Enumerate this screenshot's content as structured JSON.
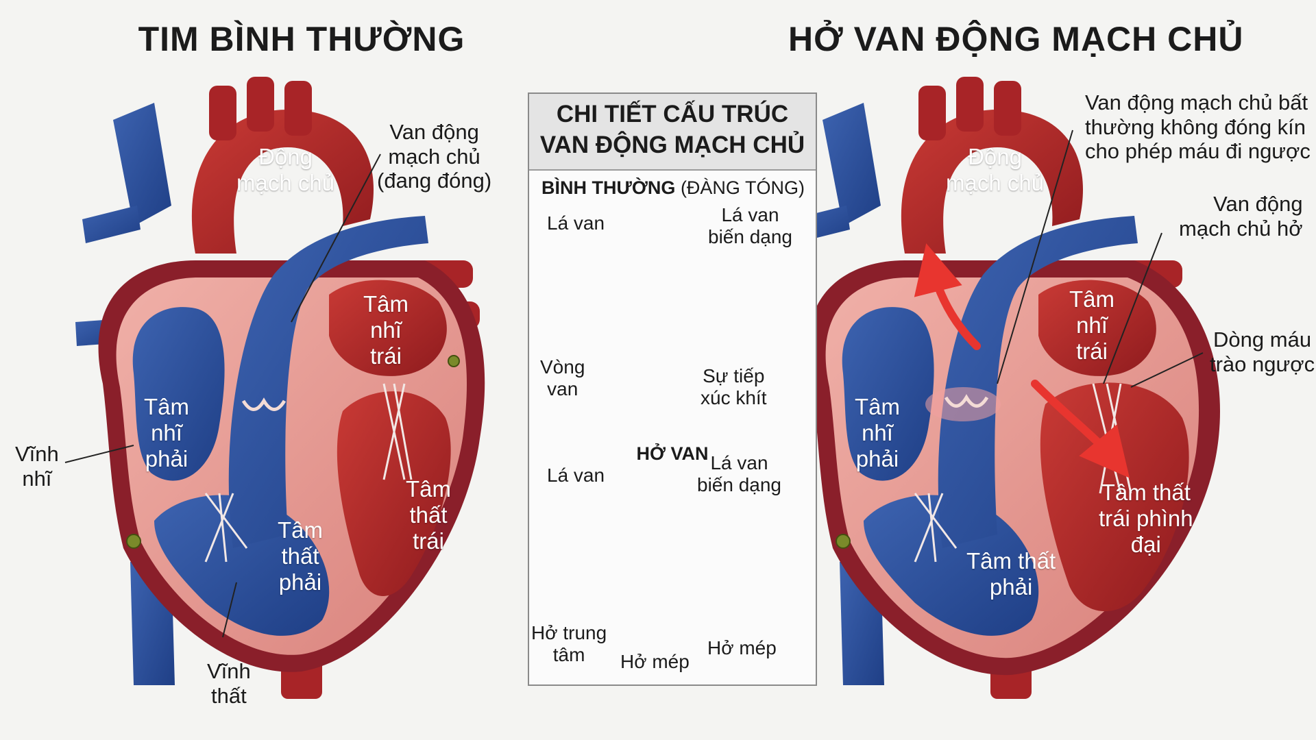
{
  "titles": {
    "left": "TIM BÌNH THƯỜNG",
    "right": "HỞ VAN ĐỘNG MẠCH CHỦ"
  },
  "left_heart": {
    "aorta": [
      "Động",
      "mạch chủ"
    ],
    "valve": [
      "Van động",
      "mạch chủ",
      "(đang đóng)"
    ],
    "left_atrium": [
      "Tâm",
      "nhĩ",
      "trái"
    ],
    "right_atrium": [
      "Tâm",
      "nhĩ",
      "phải"
    ],
    "atrial_septum": [
      "Vĩnh",
      "nhĩ"
    ],
    "right_ventricle": [
      "Tâm",
      "thất",
      "phải"
    ],
    "left_ventricle": [
      "Tâm",
      "thất",
      "trái"
    ],
    "ventricular_septum": [
      "Vĩnh",
      "thất"
    ]
  },
  "panel": {
    "title": [
      "CHI TIẾT CẤU TRÚC",
      "VAN ĐỘNG MẠCH CHỦ"
    ],
    "normal_heading_bold": "BÌNH THƯỜNG",
    "normal_heading_thin": "(ĐÀNG TÓNG)",
    "normal": {
      "leaflet": "Lá van",
      "deformed": [
        "Lá van",
        "biến dạng"
      ],
      "annulus": [
        "Vòng",
        "van"
      ],
      "coaptation": [
        "Sự tiếp",
        "xúc khít"
      ]
    },
    "regurg_heading": "HỞ VAN",
    "regurg": {
      "leaflet": "Lá van",
      "deformed": [
        "Lá van",
        "biến dạng"
      ],
      "central_gap": [
        "Hở trung",
        "tâm"
      ],
      "commissure_1": "Hở mép",
      "commissure_2": "Hở mép"
    }
  },
  "right_heart": {
    "aorta": [
      "Động",
      "mạch chủ"
    ],
    "abnormal_valve": [
      "Van động mạch chủ bất",
      "thường không đóng kín",
      "cho phép máu đi ngược"
    ],
    "leaky_valve": [
      "Van động",
      "mạch chủ hở"
    ],
    "left_atrium": [
      "Tâm",
      "nhĩ",
      "trái"
    ],
    "backflow": [
      "Dòng máu",
      "trào ngược"
    ],
    "right_atrium": [
      "Tâm",
      "nhĩ",
      "phải"
    ],
    "dilated_lv": [
      "Tâm thất",
      "trái phình",
      "đại"
    ],
    "right_ventricle": [
      "Tâm thất",
      "phải"
    ]
  },
  "colors": {
    "oxygenated_red": "#b3262a",
    "deoxygenated_blue": "#2a4f9a",
    "myocardium_pink": "#e79a94",
    "backflow_arrow": "#e8352f"
  }
}
